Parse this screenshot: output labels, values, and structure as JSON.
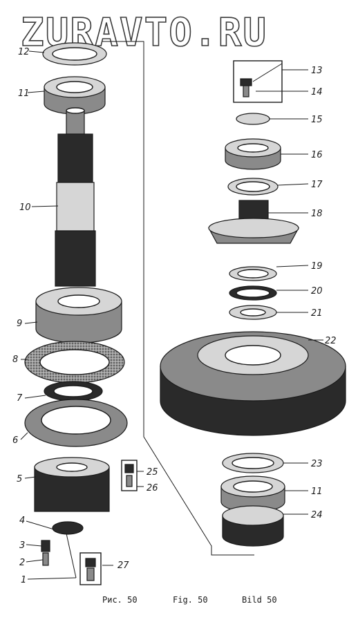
{
  "watermark": "ZURAVTO.RU",
  "callouts": [
    "1",
    "2",
    "3",
    "4",
    "5",
    "6",
    "7",
    "8",
    "9",
    "10",
    "11",
    "12",
    "13",
    "14",
    "15",
    "16",
    "17",
    "18",
    "19",
    "20",
    "21",
    "22",
    "23",
    "11",
    "24",
    "25",
    "26",
    "27"
  ],
  "captions": [
    "Рис. 50",
    "Fig. 50",
    "Bild 50"
  ],
  "colors": {
    "ink": "#1a1a1a",
    "paper": "#ffffff"
  }
}
